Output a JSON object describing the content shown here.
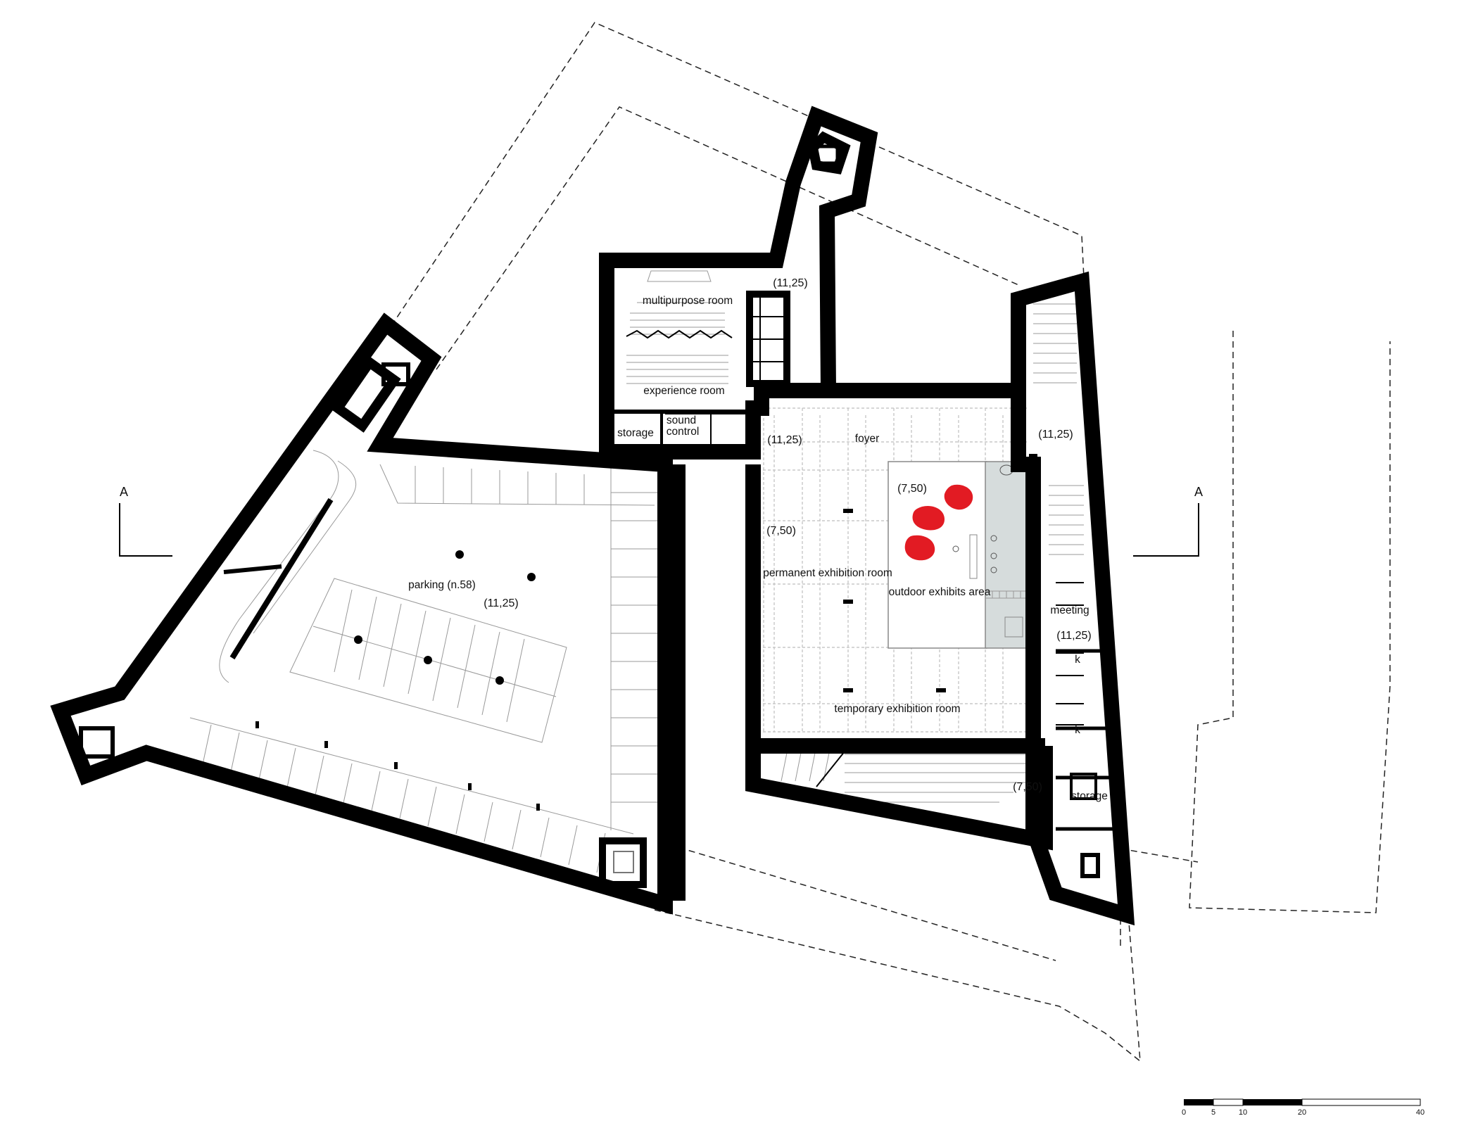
{
  "plan": {
    "rooms": {
      "multipurpose": "multipurpose room",
      "experience": "experience room",
      "storage_left": "storage",
      "sound_1": "sound",
      "sound_2": "control",
      "foyer": "foyer",
      "permanent": "permanent exhibition room",
      "outdoor": "outdoor exhibits area",
      "temporary": "temporary exhibition room",
      "parking": "parking (n.58)",
      "meeting": "meeting",
      "storage_right": "storage",
      "k1": "k",
      "k2": "k"
    },
    "levels": {
      "multipurpose": "(11,25)",
      "foyer": "(11,25)",
      "east_stair": "(11,25)",
      "parking": "(11,25)",
      "meeting": "(11,25)",
      "outdoor": "(7,50)",
      "permanent": "(7,50)",
      "lower_stair": "(7,50)"
    },
    "section_marks": {
      "left": "A",
      "right": "A"
    },
    "scale_bar": {
      "ticks": [
        "0",
        "5",
        "10",
        "20",
        "40"
      ]
    },
    "colors": {
      "wall": "#000000",
      "exhibit_red": "#e21b23",
      "courtyard_grey": "#d6dcdc",
      "grid": "#c8c8c8"
    }
  }
}
